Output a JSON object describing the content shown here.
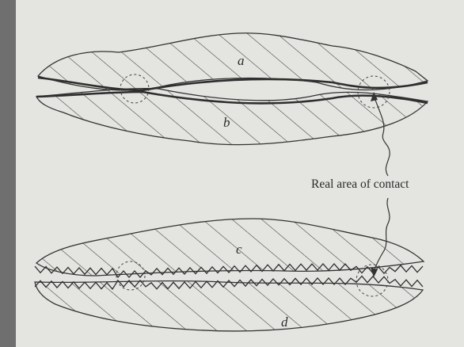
{
  "labels": {
    "a": "a",
    "b": "b",
    "c": "c",
    "d": "d",
    "caption": "Real area of contact"
  },
  "colors": {
    "paper": "#e4e4e1",
    "border": "#6f6f6f",
    "ink": "#2b2b2b"
  }
}
